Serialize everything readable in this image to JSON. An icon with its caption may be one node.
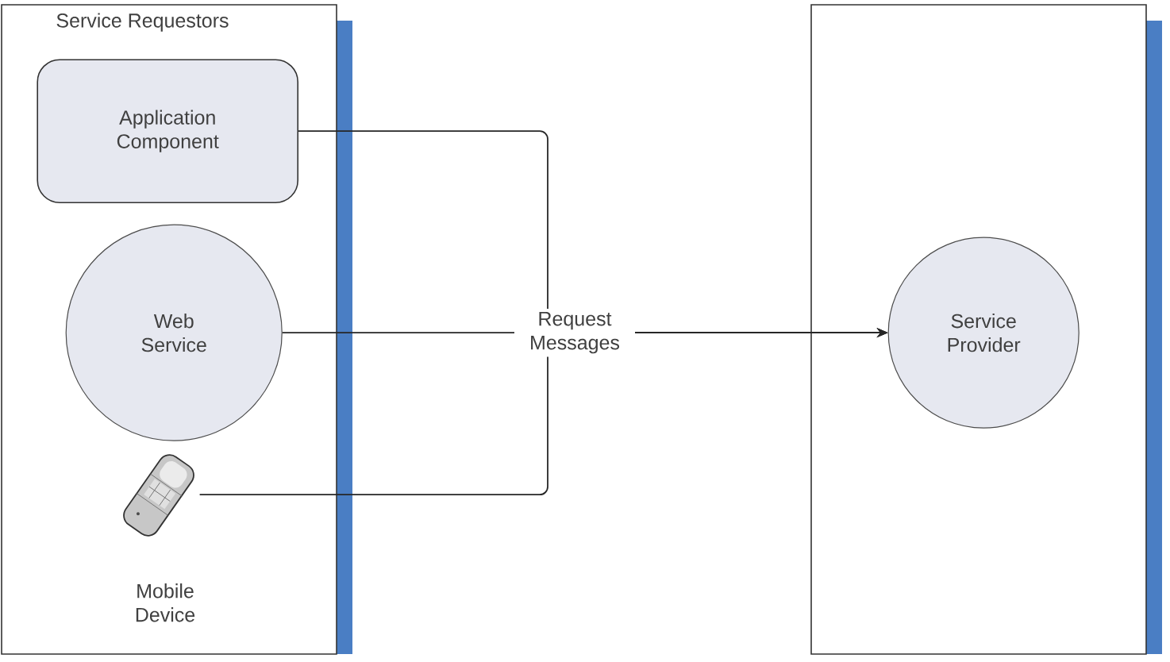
{
  "diagram": {
    "nodes": [
      {
        "text": [
          "Service Requestors"
        ]
      },
      {
        "text": [
          "Application Component"
        ],
        "in": 0
      },
      {
        "text": [
          "Web Service"
        ],
        "in": 0
      },
      {
        "text": [],
        "shape": "picture",
        "in": 0,
        "beside": [
          "Mobile Device"
        ]
      },
      {
        "text": [],
        "shape": "box"
      },
      {
        "text": [
          "Service Provider"
        ],
        "in": 4
      }
    ],
    "edges": [
      {
        "from": 1,
        "to": 5,
        "arrow": "to"
      },
      {
        "from": 2,
        "to": 5,
        "arrow": "to",
        "label": "Request Messages"
      },
      {
        "from": 3,
        "to": 5,
        "arrow": "to"
      }
    ]
  }
}
